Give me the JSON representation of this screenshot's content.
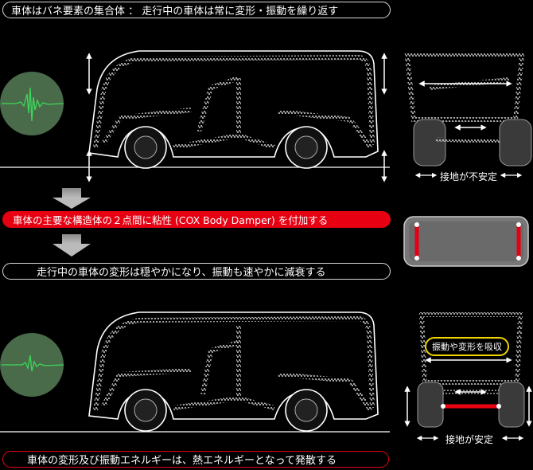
{
  "header": {
    "title": "車体はバネ要素の集合体 ： 走行中の車体は常に変形・振動を繰り返す"
  },
  "top_view": {
    "caption": "接地が不安定"
  },
  "step1": {
    "text": "車体の主要な構造体の２点間に粘性 (COX Body Damper) を付加する"
  },
  "step2": {
    "text": "走行中の車体の変形は穏やかになり、振動も速やかに減衰する"
  },
  "bottom_view": {
    "badge": "振動や変形を吸収",
    "caption": "接地が安定"
  },
  "footer": {
    "text": "車体の変形及び振動エネルギーは、熱エネルギーとなって発散する"
  },
  "colors": {
    "accent_red": "#e60012",
    "badge_yellow": "#f0d400",
    "wave_green": "#3cd85a",
    "circle_green": "#4a6b4a"
  }
}
